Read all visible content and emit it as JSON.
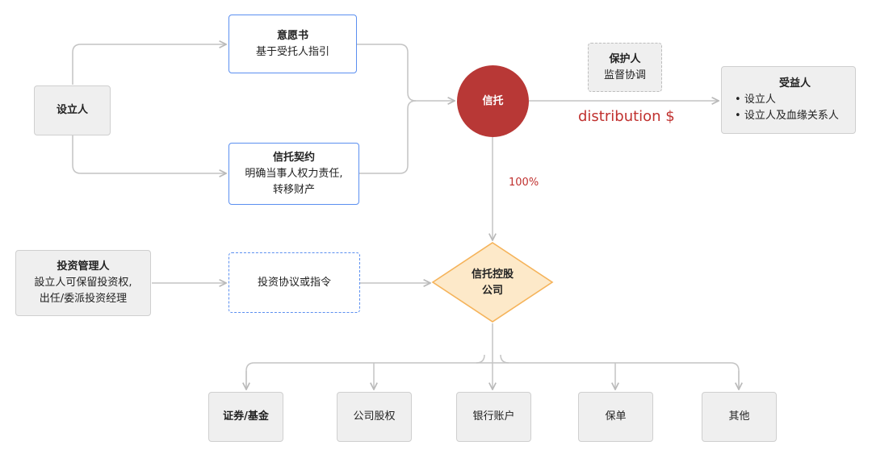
{
  "settlor": {
    "label": "设立人"
  },
  "letter_of_wishes": {
    "title": "意愿书",
    "subtitle": "基于受托人指引"
  },
  "trust_deed": {
    "title": "信托契约",
    "line1": "明确当事人权力责任,",
    "line2": "转移财产"
  },
  "trust": {
    "label": "信托"
  },
  "protector": {
    "title": "保护人",
    "subtitle": "监督协调"
  },
  "distribution_label": "distribution $",
  "beneficiaries": {
    "title": "受益人",
    "items": [
      "设立人",
      "设立人及血缘关系人"
    ]
  },
  "ownership_label": "100%",
  "investment_manager": {
    "title": "投资管理人",
    "line1": "設立人可保留投资权,",
    "line2": "出任/委派投资经理"
  },
  "investment_agreement": {
    "label": "投资协议或指令"
  },
  "holding_company": {
    "line1": "信托控股",
    "line2": "公司"
  },
  "assets": [
    "证券/基金",
    "公司股权",
    "银行账户",
    "保单",
    "其他"
  ],
  "colors": {
    "trust_fill": "#b83836",
    "holding_fill": "#fde9c9",
    "holding_border": "#f5b35a",
    "accent_red": "#c0312f",
    "blue_border": "#5b8ff0"
  }
}
